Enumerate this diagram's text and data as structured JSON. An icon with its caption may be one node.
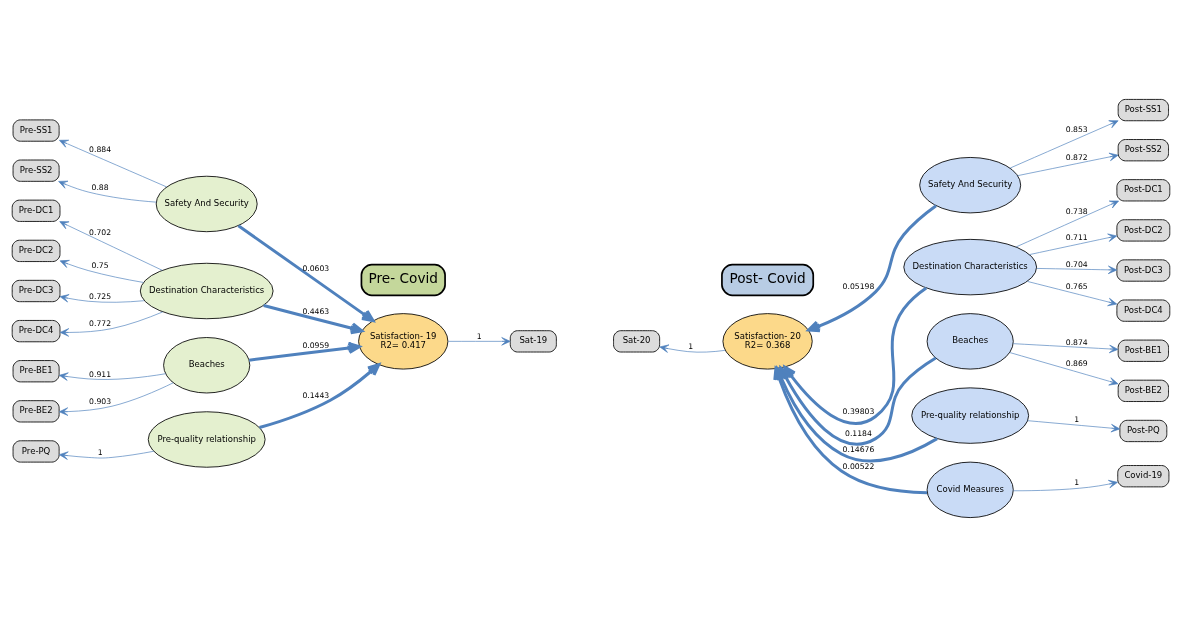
{
  "diagram": {
    "nodes": [
      {
        "text": [
          "Pre- Covid"
        ]
      },
      {
        "text": [
          "Post- Covid"
        ]
      },
      {
        "text": [
          "Pre-SS1"
        ]
      },
      {
        "text": [
          "Pre-SS2"
        ]
      },
      {
        "text": [
          "Pre-DC1"
        ]
      },
      {
        "text": [
          "Pre-DC2"
        ]
      },
      {
        "text": [
          "Pre-DC3"
        ]
      },
      {
        "text": [
          "Pre-DC4"
        ]
      },
      {
        "text": [
          "Pre-BE1"
        ]
      },
      {
        "text": [
          "Pre-BE2"
        ]
      },
      {
        "text": [
          "Pre-PQ"
        ]
      },
      {
        "text": [
          "Safety And Security"
        ]
      },
      {
        "text": [
          "Destination Characteristics"
        ]
      },
      {
        "text": [
          "Beaches"
        ]
      },
      {
        "text": [
          "Pre-quality relationship"
        ]
      },
      {
        "text": [
          "Satisfaction- 19",
          "R2= 0.417"
        ]
      },
      {
        "text": [
          "Sat-19"
        ]
      },
      {
        "text": [
          "Sat-20"
        ]
      },
      {
        "text": [
          "Satisfaction- 20",
          "R2= 0.368"
        ]
      },
      {
        "text": [
          "Safety And Security"
        ]
      },
      {
        "text": [
          "Destination Characteristics"
        ]
      },
      {
        "text": [
          "Beaches"
        ]
      },
      {
        "text": [
          "Pre-quality relationship"
        ]
      },
      {
        "text": [
          "Covid Measures"
        ]
      },
      {
        "text": [
          "Post-SS1"
        ]
      },
      {
        "text": [
          "Post-SS2"
        ]
      },
      {
        "text": [
          "Post-DC1"
        ]
      },
      {
        "text": [
          "Post-DC2"
        ]
      },
      {
        "text": [
          "Post-DC3"
        ]
      },
      {
        "text": [
          "Post-DC4"
        ]
      },
      {
        "text": [
          "Post-BE1"
        ]
      },
      {
        "text": [
          "Post-BE2"
        ]
      },
      {
        "text": [
          "Post-PQ"
        ]
      },
      {
        "text": [
          "Covid-19"
        ]
      }
    ],
    "edges": [
      {
        "from": 11,
        "to": 2,
        "arrow": "to",
        "label": "0.884"
      },
      {
        "from": 11,
        "to": 3,
        "arrow": "to",
        "label": "0.88"
      },
      {
        "from": 12,
        "to": 4,
        "arrow": "to",
        "label": "0.702"
      },
      {
        "from": 12,
        "to": 5,
        "arrow": "to",
        "label": "0.75"
      },
      {
        "from": 12,
        "to": 6,
        "arrow": "to",
        "label": "0.725"
      },
      {
        "from": 12,
        "to": 7,
        "arrow": "to",
        "label": "0.772"
      },
      {
        "from": 13,
        "to": 8,
        "arrow": "to",
        "label": "0.911"
      },
      {
        "from": 13,
        "to": 9,
        "arrow": "to",
        "label": "0.903"
      },
      {
        "from": 14,
        "to": 10,
        "arrow": "to",
        "label": "1"
      },
      {
        "from": 11,
        "to": 15,
        "arrow": "to",
        "label": "0.0603",
        "style": "thick"
      },
      {
        "from": 12,
        "to": 15,
        "arrow": "to",
        "label": "0.4463",
        "style": "thick"
      },
      {
        "from": 13,
        "to": 15,
        "arrow": "to",
        "label": "0.0959",
        "style": "thick"
      },
      {
        "from": 14,
        "to": 15,
        "arrow": "to",
        "label": "0.1443",
        "style": "thick"
      },
      {
        "from": 15,
        "to": 16,
        "arrow": "to",
        "label": "1"
      },
      {
        "from": 18,
        "to": 17,
        "arrow": "to",
        "label": "1"
      },
      {
        "from": 19,
        "to": 18,
        "arrow": "to",
        "label": "0.05198",
        "style": "thick"
      },
      {
        "from": 20,
        "to": 18,
        "arrow": "to",
        "label": "0.39803",
        "style": "thick"
      },
      {
        "from": 21,
        "to": 18,
        "arrow": "to",
        "label": "0.1184",
        "style": "thick"
      },
      {
        "from": 22,
        "to": 18,
        "arrow": "to",
        "label": "0.14676",
        "style": "thick"
      },
      {
        "from": 23,
        "to": 18,
        "arrow": "to",
        "label": "0.00522",
        "style": "thick"
      },
      {
        "from": 19,
        "to": 24,
        "arrow": "to",
        "label": "0.853"
      },
      {
        "from": 19,
        "to": 25,
        "arrow": "to",
        "label": "0.872"
      },
      {
        "from": 20,
        "to": 26,
        "arrow": "to",
        "label": "0.738"
      },
      {
        "from": 20,
        "to": 27,
        "arrow": "to",
        "label": "0.711"
      },
      {
        "from": 20,
        "to": 28,
        "arrow": "to",
        "label": "0.704"
      },
      {
        "from": 20,
        "to": 29,
        "arrow": "to",
        "label": "0.765"
      },
      {
        "from": 21,
        "to": 30,
        "arrow": "to",
        "label": "0.874"
      },
      {
        "from": 21,
        "to": 31,
        "arrow": "to",
        "label": "0.869"
      },
      {
        "from": 22,
        "to": 32,
        "arrow": "to",
        "label": "1"
      },
      {
        "from": 23,
        "to": 33,
        "arrow": "to",
        "label": "1"
      }
    ]
  }
}
